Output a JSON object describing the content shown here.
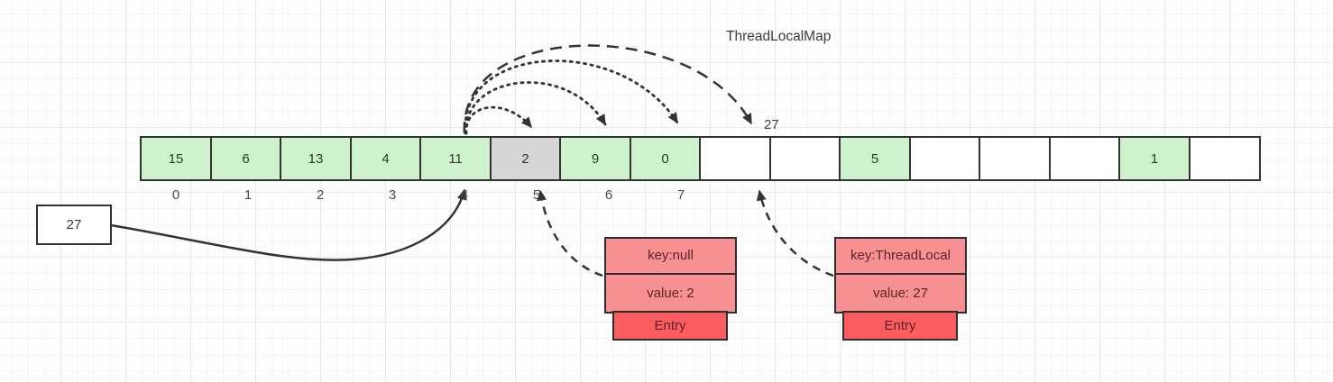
{
  "title": "ThreadLocalMap",
  "hash_slot_label": "27",
  "incoming_value_box": {
    "value": "27"
  },
  "array": {
    "cells": [
      {
        "value": "15",
        "state": "filled"
      },
      {
        "value": "6",
        "state": "filled"
      },
      {
        "value": "13",
        "state": "filled"
      },
      {
        "value": "4",
        "state": "filled"
      },
      {
        "value": "11",
        "state": "filled"
      },
      {
        "value": "2",
        "state": "stale"
      },
      {
        "value": "9",
        "state": "filled"
      },
      {
        "value": "0",
        "state": "filled"
      },
      {
        "value": "",
        "state": "empty"
      },
      {
        "value": "",
        "state": "empty"
      },
      {
        "value": "5",
        "state": "filled"
      },
      {
        "value": "",
        "state": "empty"
      },
      {
        "value": "",
        "state": "empty"
      },
      {
        "value": "",
        "state": "empty"
      },
      {
        "value": "1",
        "state": "filled"
      },
      {
        "value": "",
        "state": "empty"
      }
    ],
    "indices": [
      "0",
      "1",
      "2",
      "3",
      "4",
      "5",
      "6",
      "7"
    ]
  },
  "entry_boxes": [
    {
      "key_label": "key:null",
      "value_label": "value: 2",
      "footer_label": "Entry"
    },
    {
      "key_label": "key:ThreadLocal",
      "value_label": "value: 27",
      "footer_label": "Entry"
    }
  ],
  "colors": {
    "cell_filled": "#cdf2cc",
    "cell_stale": "#d6d6d6",
    "cell_empty": "#ffffff",
    "cell_border": "#333333",
    "entry_row_fill": "#f79093",
    "entry_footer_fill": "#fb5d61",
    "entry_text": "#5d2226",
    "connector_stroke": "#333333"
  }
}
